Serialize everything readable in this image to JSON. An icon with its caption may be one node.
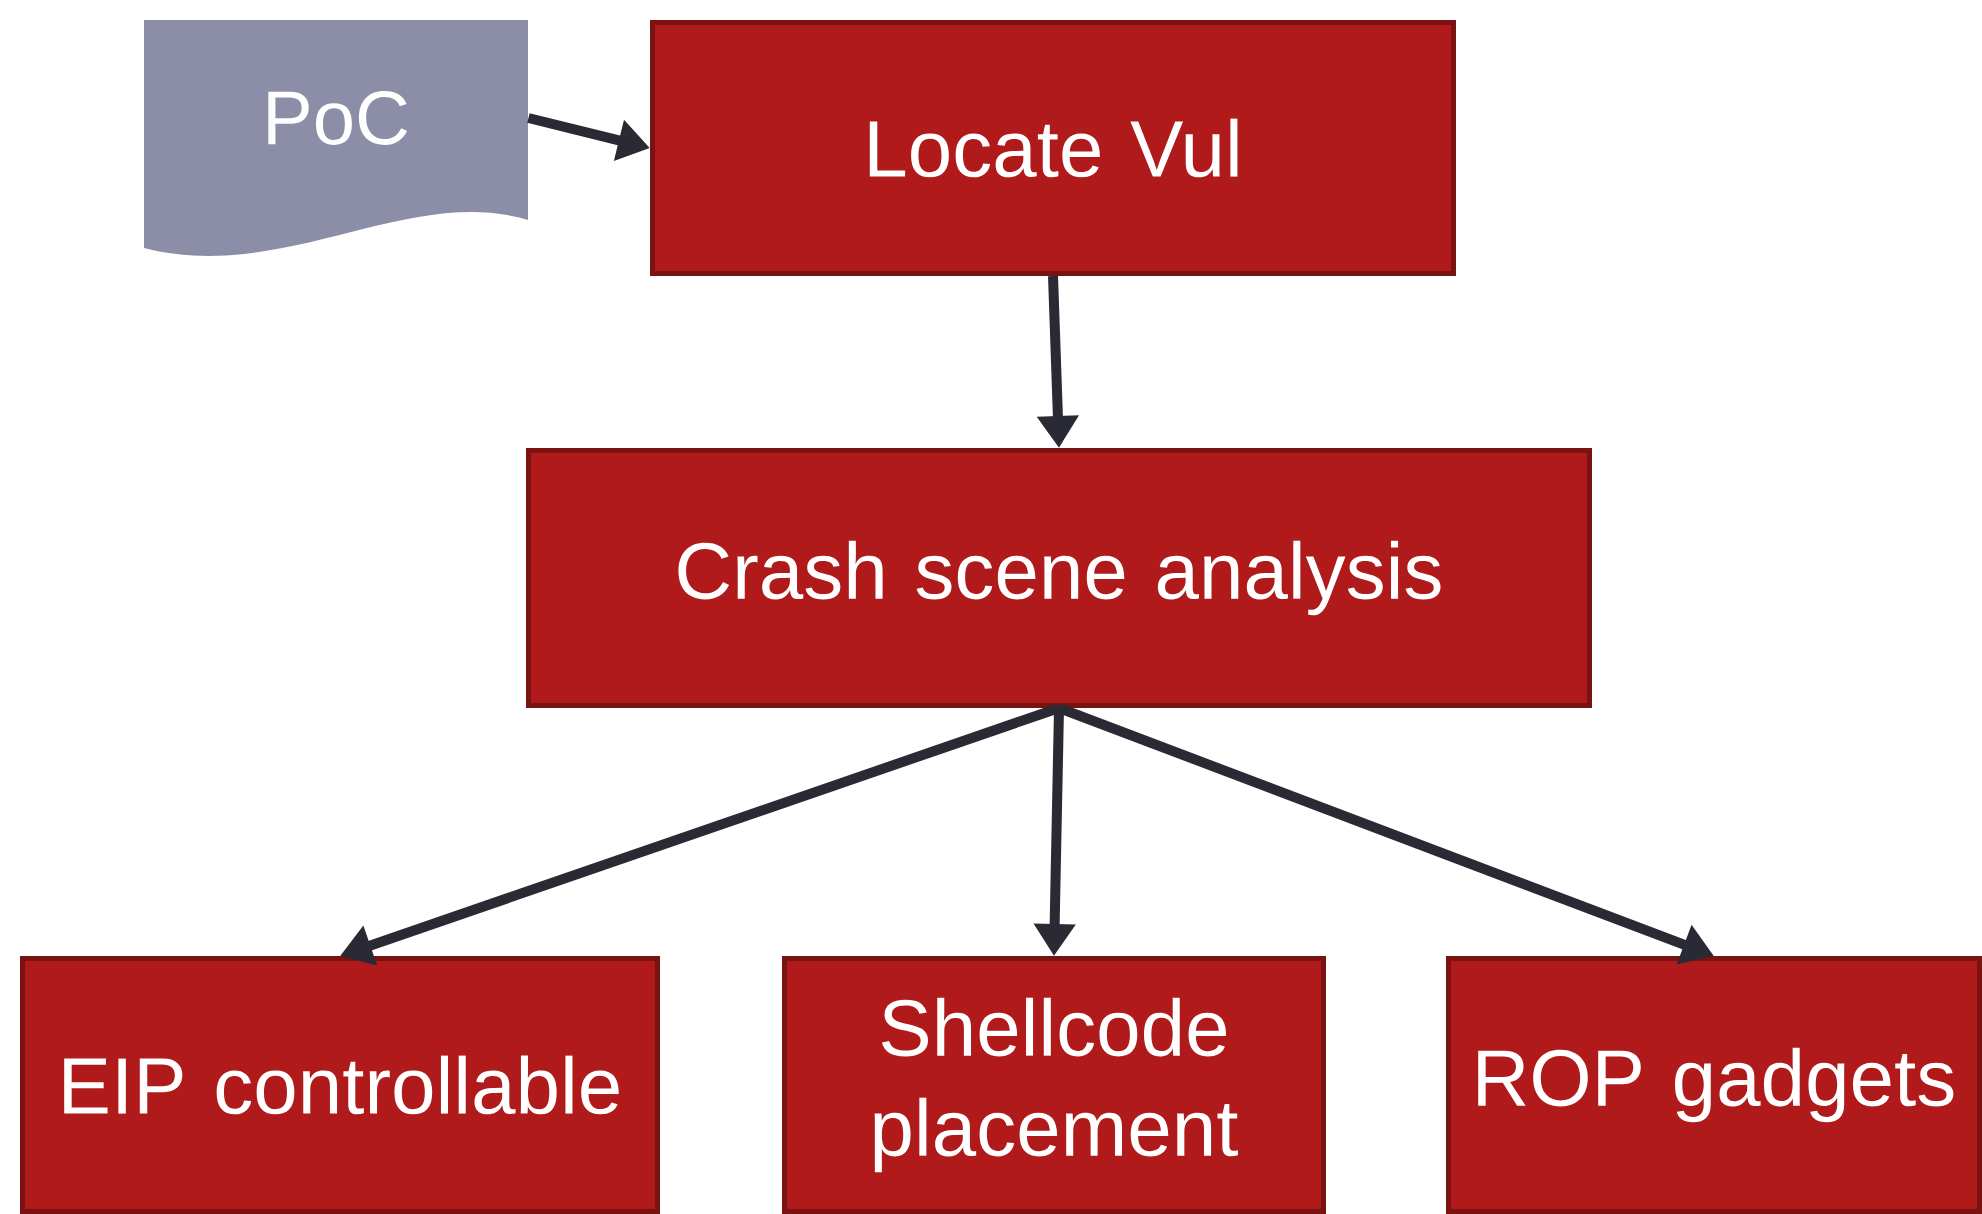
{
  "diagram": {
    "nodes": [
      {
        "text": [
          "PoC"
        ]
      },
      {
        "text": [
          "Locate Vul"
        ]
      },
      {
        "text": [
          "Crash scene analysis"
        ]
      },
      {
        "text": [
          "EIP controllable"
        ]
      },
      {
        "text": [
          "Shellcode placement"
        ]
      },
      {
        "text": [
          "ROP gadgets"
        ]
      }
    ],
    "edges": [
      {
        "from": 0,
        "to": 1,
        "arrow": "to"
      },
      {
        "from": 1,
        "to": 2,
        "arrow": "to"
      },
      {
        "from": 2,
        "to": 3,
        "arrow": "to"
      },
      {
        "from": 2,
        "to": 4,
        "arrow": "to"
      },
      {
        "from": 2,
        "to": 5,
        "arrow": "to"
      }
    ]
  }
}
